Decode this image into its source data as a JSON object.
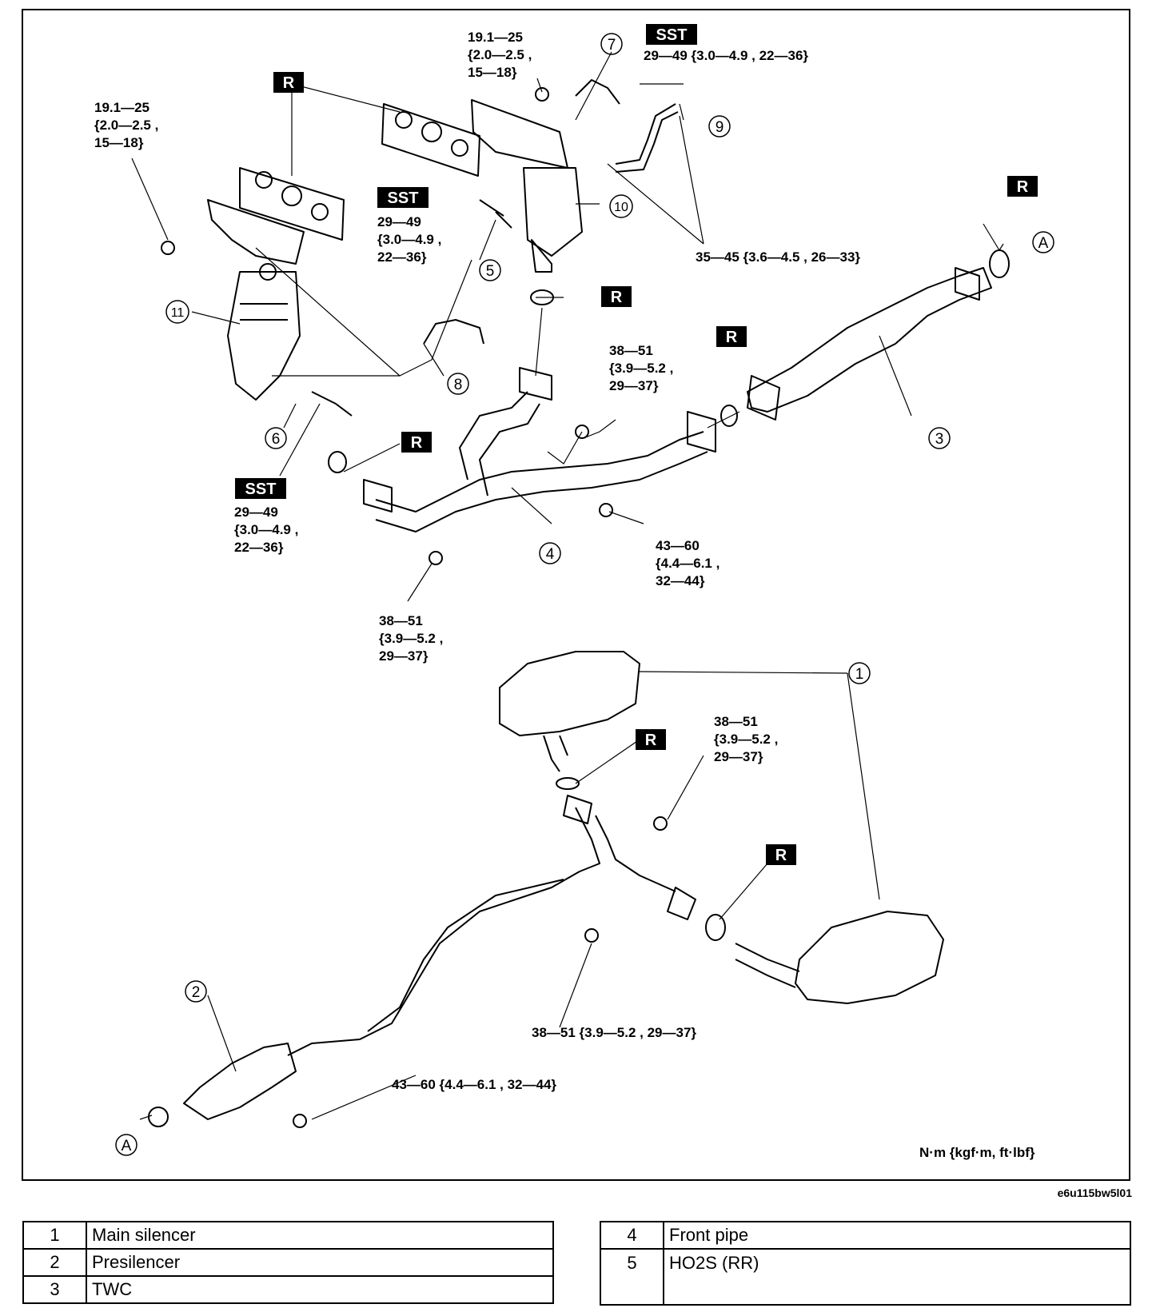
{
  "torque": {
    "t1": [
      "19.1—25",
      "{2.0—2.5 ,",
      "15—18}"
    ],
    "t2": [
      "19.1—25",
      "{2.0—2.5 ,",
      "15—18}"
    ],
    "t3": "29—49 {3.0—4.9 , 22—36}",
    "t4": [
      "29—49",
      "{3.0—4.9 ,",
      "22—36}"
    ],
    "t5": "35—45 {3.6—4.5 , 26—33}",
    "t6": [
      "38—51",
      "{3.9—5.2 ,",
      "29—37}"
    ],
    "t7": [
      "29—49",
      "{3.0—4.9 ,",
      "22—36}"
    ],
    "t8": [
      "43—60",
      "{4.4—6.1 ,",
      "32—44}"
    ],
    "t9": [
      "38—51",
      "{3.9—5.2 ,",
      "29—37}"
    ],
    "t10": [
      "38—51",
      "{3.9—5.2 ,",
      "29—37}"
    ],
    "t11": "38—51 {3.9—5.2 , 29—37}",
    "t12": "43—60 {4.4—6.1 , 32—44}"
  },
  "tags": {
    "sst": "SST",
    "replace": "R"
  },
  "reference": "A",
  "units": "N·m {kgf·m,  ft·lbf}",
  "figure_code": "e6u115bw5l01",
  "callouts": {
    "c1": "1",
    "c2": "2",
    "c3": "3",
    "c4": "4",
    "c5": "5",
    "c6": "6",
    "c7": "7",
    "c8": "8",
    "c9": "9",
    "c10": "10",
    "c11": "11"
  },
  "legend_left": [
    {
      "num": "1",
      "name": "Main silencer"
    },
    {
      "num": "2",
      "name": "Presilencer"
    },
    {
      "num": "3",
      "name": "TWC"
    }
  ],
  "legend_right": [
    {
      "num": "4",
      "name": "Front pipe"
    },
    {
      "num": "5",
      "name": "HO2S (RR)"
    }
  ]
}
